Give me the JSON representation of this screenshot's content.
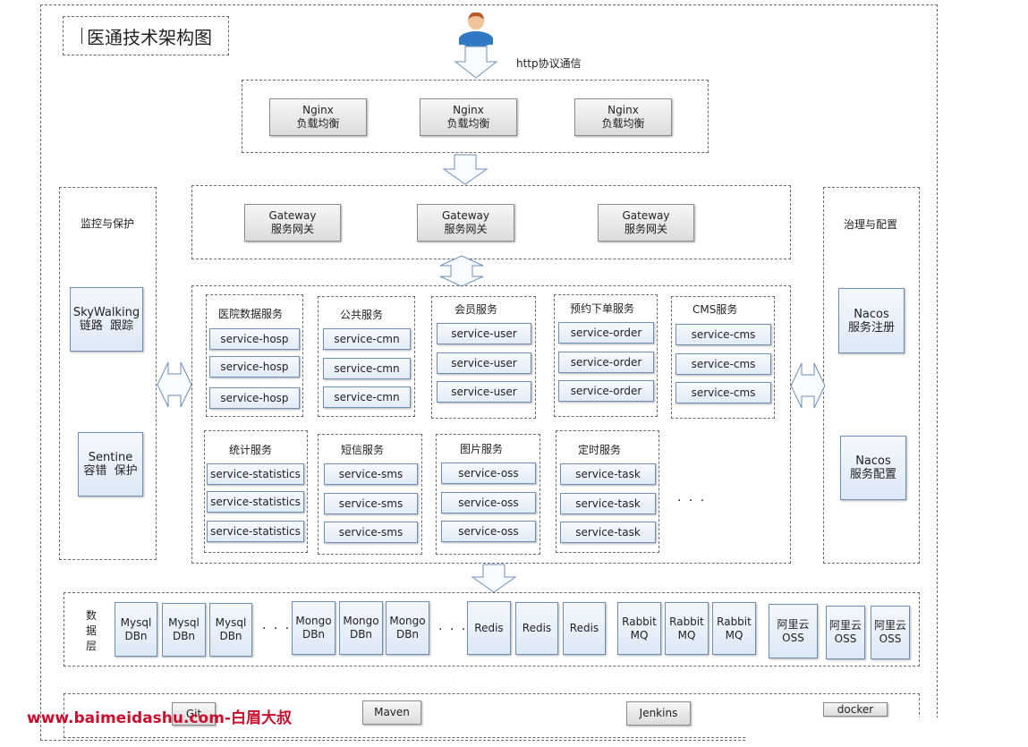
{
  "title": "医通技术架构图",
  "http_label": "http协议通信",
  "nginx": [
    {
      "name": "Nginx",
      "desc": "负载均衡"
    },
    {
      "name": "Nginx",
      "desc": "负载均衡"
    },
    {
      "name": "Nginx",
      "desc": "负载均衡"
    }
  ],
  "gateway": [
    {
      "name": "Gateway",
      "desc": "服务网关"
    },
    {
      "name": "Gateway",
      "desc": "服务网关"
    },
    {
      "name": "Gateway",
      "desc": "服务网关"
    }
  ],
  "monitor": {
    "title": "监控与保护",
    "skywalking": {
      "name": "SkyWalking",
      "desc": "链路  跟踪"
    },
    "sentinel": {
      "name": "Sentine",
      "desc": "容错  保护"
    }
  },
  "governance": {
    "title": "治理与配置",
    "nacos_reg": {
      "name": "Nacos",
      "desc": "服务注册"
    },
    "nacos_cfg": {
      "name": "Nacos",
      "desc": "服务配置"
    }
  },
  "groups": [
    {
      "title": "医院数据服务",
      "items": [
        "service-hosp",
        "service-hosp",
        "service-hosp"
      ]
    },
    {
      "title": "公共服务",
      "items": [
        "service-cmn",
        "service-cmn",
        "service-cmn"
      ]
    },
    {
      "title": "会员服务",
      "items": [
        "service-user",
        "service-user",
        "service-user"
      ]
    },
    {
      "title": "预约下单服务",
      "items": [
        "service-order",
        "service-order",
        "service-order"
      ]
    },
    {
      "title": "CMS服务",
      "items": [
        "service-cms",
        "service-cms",
        "service-cms"
      ]
    },
    {
      "title": "统计服务",
      "items": [
        "service-statistics",
        "service-statistics",
        "service-statistics"
      ]
    },
    {
      "title": "短信服务",
      "items": [
        "service-sms",
        "service-sms",
        "service-sms"
      ]
    },
    {
      "title": "图片服务",
      "items": [
        "service-oss",
        "service-oss",
        "service-oss"
      ]
    },
    {
      "title": "定时服务",
      "items": [
        "service-task",
        "service-task",
        "service-task"
      ]
    }
  ],
  "services_ellipsis": "· · ·",
  "data_layer": {
    "label": "数据层",
    "label_chars": [
      "数",
      "据",
      "层"
    ],
    "ellipsis": "· · ·",
    "mysql": [
      {
        "name": "Mysql",
        "desc": "DBn"
      },
      {
        "name": "Mysql",
        "desc": "DBn"
      },
      {
        "name": "Mysql",
        "desc": "DBn"
      }
    ],
    "mongo": [
      {
        "name": "Mongo",
        "desc": "DBn"
      },
      {
        "name": "Mongo",
        "desc": "DBn"
      },
      {
        "name": "Mongo",
        "desc": "DBn"
      }
    ],
    "redis": [
      "Redis",
      "Redis",
      "Redis"
    ],
    "rabbit": [
      {
        "name": "Rabbit",
        "desc": "MQ"
      },
      {
        "name": "Rabbit",
        "desc": "MQ"
      },
      {
        "name": "Rabbit",
        "desc": "MQ"
      }
    ],
    "oss": [
      {
        "name": "阿里云",
        "desc": "OSS"
      },
      {
        "name": "阿里云",
        "desc": "OSS"
      },
      {
        "name": "阿里云",
        "desc": "OSS"
      }
    ]
  },
  "devops": {
    "git": "Git",
    "maven": "Maven",
    "jenkins": "Jenkins",
    "docker": "docker"
  },
  "watermark": "www.baimeidashu.com-白眉大叔"
}
